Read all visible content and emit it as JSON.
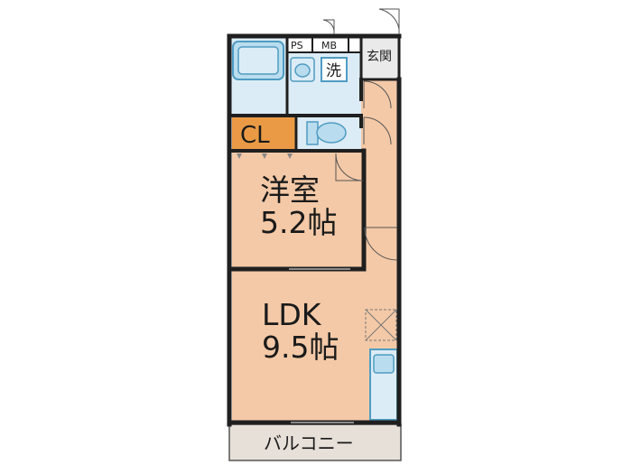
{
  "rooms": {
    "western_room": {
      "name": "洋室",
      "size": "5.2帖"
    },
    "ldk": {
      "name": "LDK",
      "size": "9.5帖"
    },
    "closet": "CL",
    "entrance": "玄関",
    "washer": "洗",
    "balcony": "バルコニー",
    "ps": "PS",
    "mb": "MB"
  },
  "colors": {
    "wall": "#1f1f1f",
    "room_fill": "#f4c9a7",
    "wet_area_fill": "#dcecf6",
    "closet_fill": "#ea9a45",
    "balcony_fill": "#e7e0d8",
    "fixture_fill": "#b9ddee",
    "fixture_stroke": "#4f9cc2",
    "entrance_fill": "#eaeaea"
  }
}
